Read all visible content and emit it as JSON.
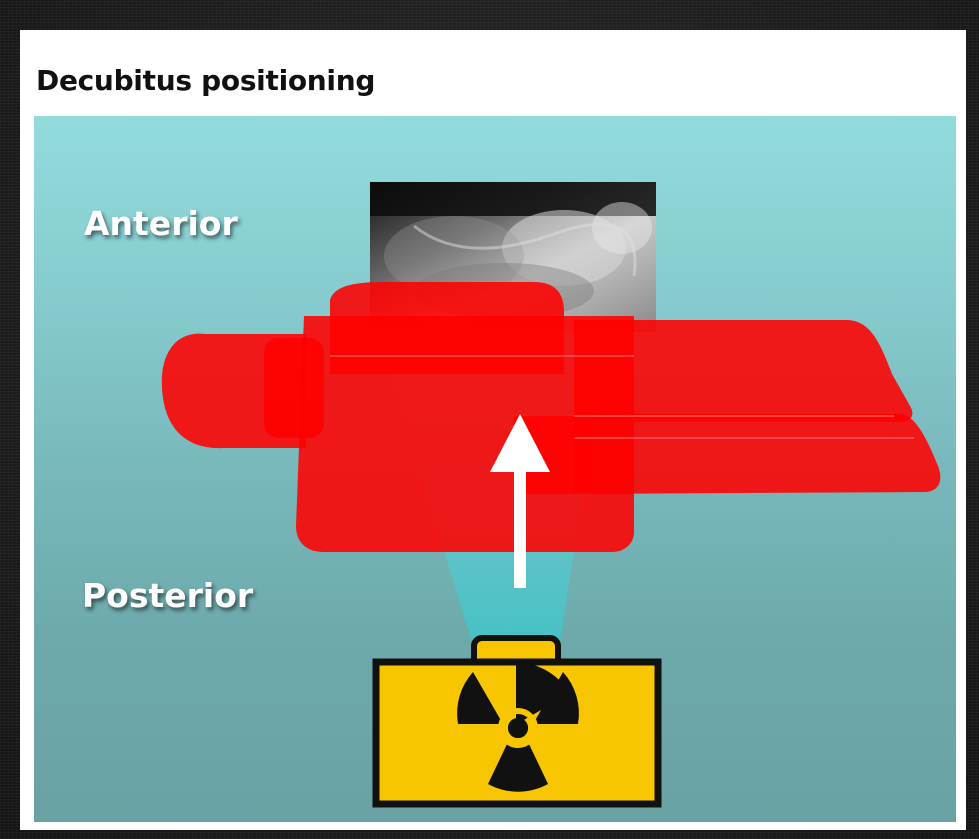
{
  "title": "Decubitus positioning",
  "labels": {
    "anterior": "Anterior",
    "posterior": "Posterior"
  },
  "colors": {
    "background_teal_top": "#92dbdd",
    "background_teal_bottom": "#6aa2a4",
    "patient_red": "#ff0000",
    "xray_source_yellow": "#f7c600",
    "arrow": "#ffffff"
  },
  "icons": {
    "xray_source": "radiation-trefoil-icon",
    "beam_direction": "up-arrow-icon"
  }
}
